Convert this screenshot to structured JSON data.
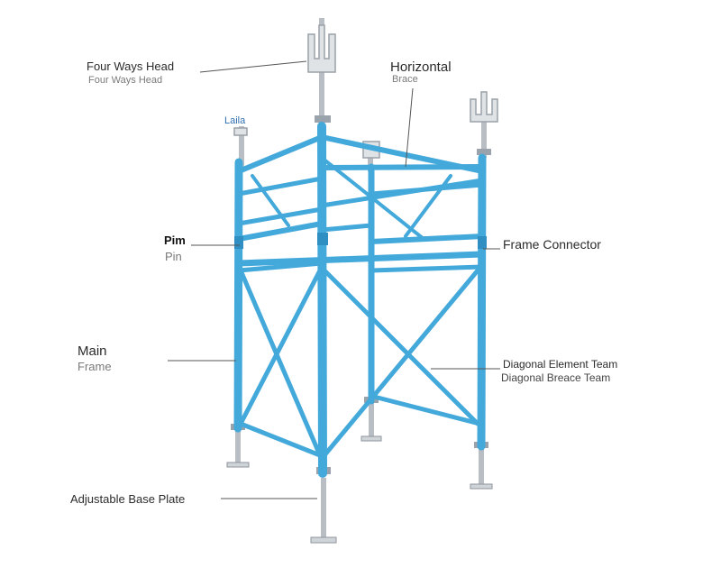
{
  "colors": {
    "frame": "#43a8da",
    "frame_dark": "#2f8fc2",
    "metal": "#c9ced3",
    "metal_dark": "#8b9299",
    "leader": "#555555",
    "tag": "#2f6fb0"
  },
  "labels": {
    "four_ways_head": {
      "main": "Four Ways Head",
      "sub": "Four Ways Head"
    },
    "horizontal_brace": {
      "main": "Horizontal",
      "sub": "Brace"
    },
    "laila": "Laila",
    "pin": {
      "main": "Pim",
      "sub": "Pin"
    },
    "frame_connector": "Frame Connector",
    "main_frame": {
      "main": "Main",
      "sub": "Frame"
    },
    "diagonal": {
      "main": "Diagonal Element Team",
      "sub": "Diagonal Breace Team"
    },
    "base_plate": "Adjustable Base Plate"
  }
}
